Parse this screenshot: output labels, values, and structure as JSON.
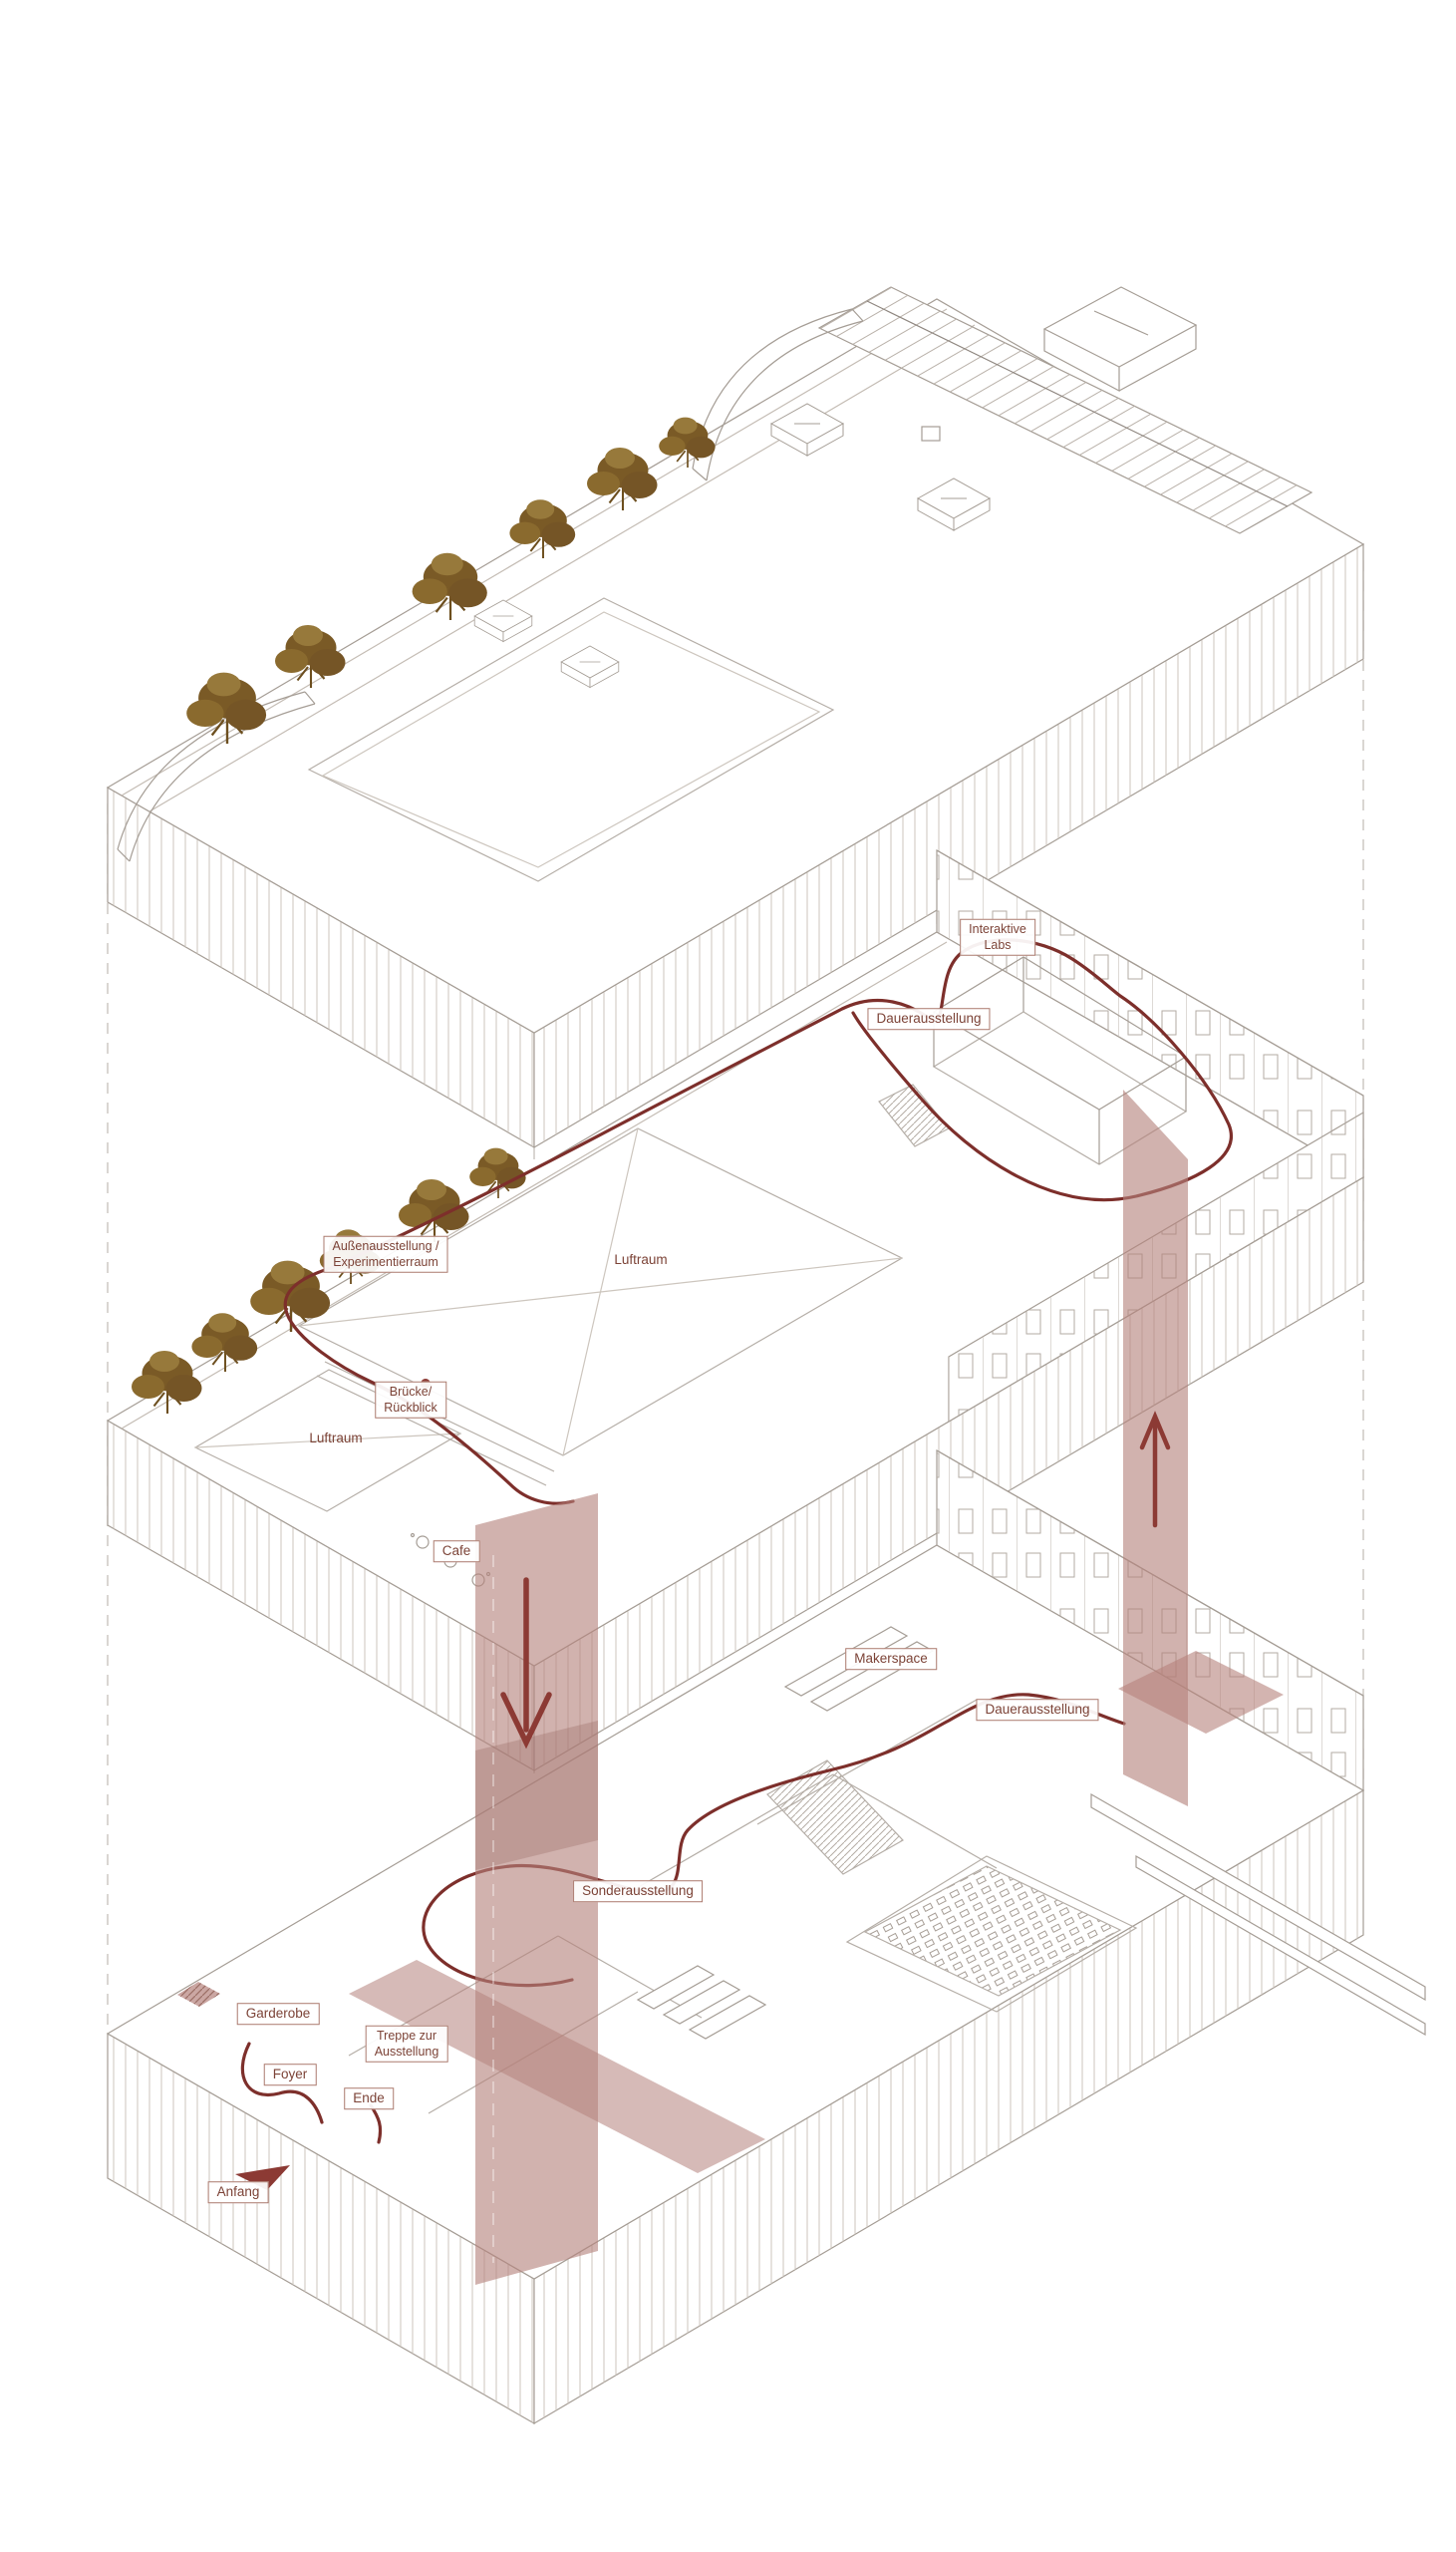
{
  "diagram_type": "exploded-axonometric-circulation-diagram",
  "labels": {
    "interaktive_labs_1": "Interaktive",
    "interaktive_labs_2": "Labs",
    "dauerausstellung_upper": "Dauerausstellung",
    "aussenausstellung_1": "Außenausstellung /",
    "aussenausstellung_2": "Experimentierraum",
    "luftraum_upper": "Luftraum",
    "bruecke_1": "Brücke/",
    "bruecke_2": "Rückblick",
    "luftraum_lower": "Luftraum",
    "cafe": "Cafe",
    "makerspace": "Makerspace",
    "dauerausstellung_lower": "Dauerausstellung",
    "sonderausstellung": "Sonderausstellung",
    "garderobe": "Garderobe",
    "treppe_1": "Treppe zur",
    "treppe_2": "Ausstellung",
    "foyer": "Foyer",
    "ende": "Ende",
    "anfang": "Anfang"
  },
  "colors": {
    "path": "#7d2f2b",
    "arrow": "#8c3a34",
    "shaft": "#b5827c",
    "shaft_dark": "#9b6e66",
    "tree": "#7a5a26",
    "line": "#a59d95",
    "line_light": "#c4bcb4",
    "label_text": "#7c4337",
    "label_border": "#ab7a6e",
    "dash": "#c0bab3"
  }
}
